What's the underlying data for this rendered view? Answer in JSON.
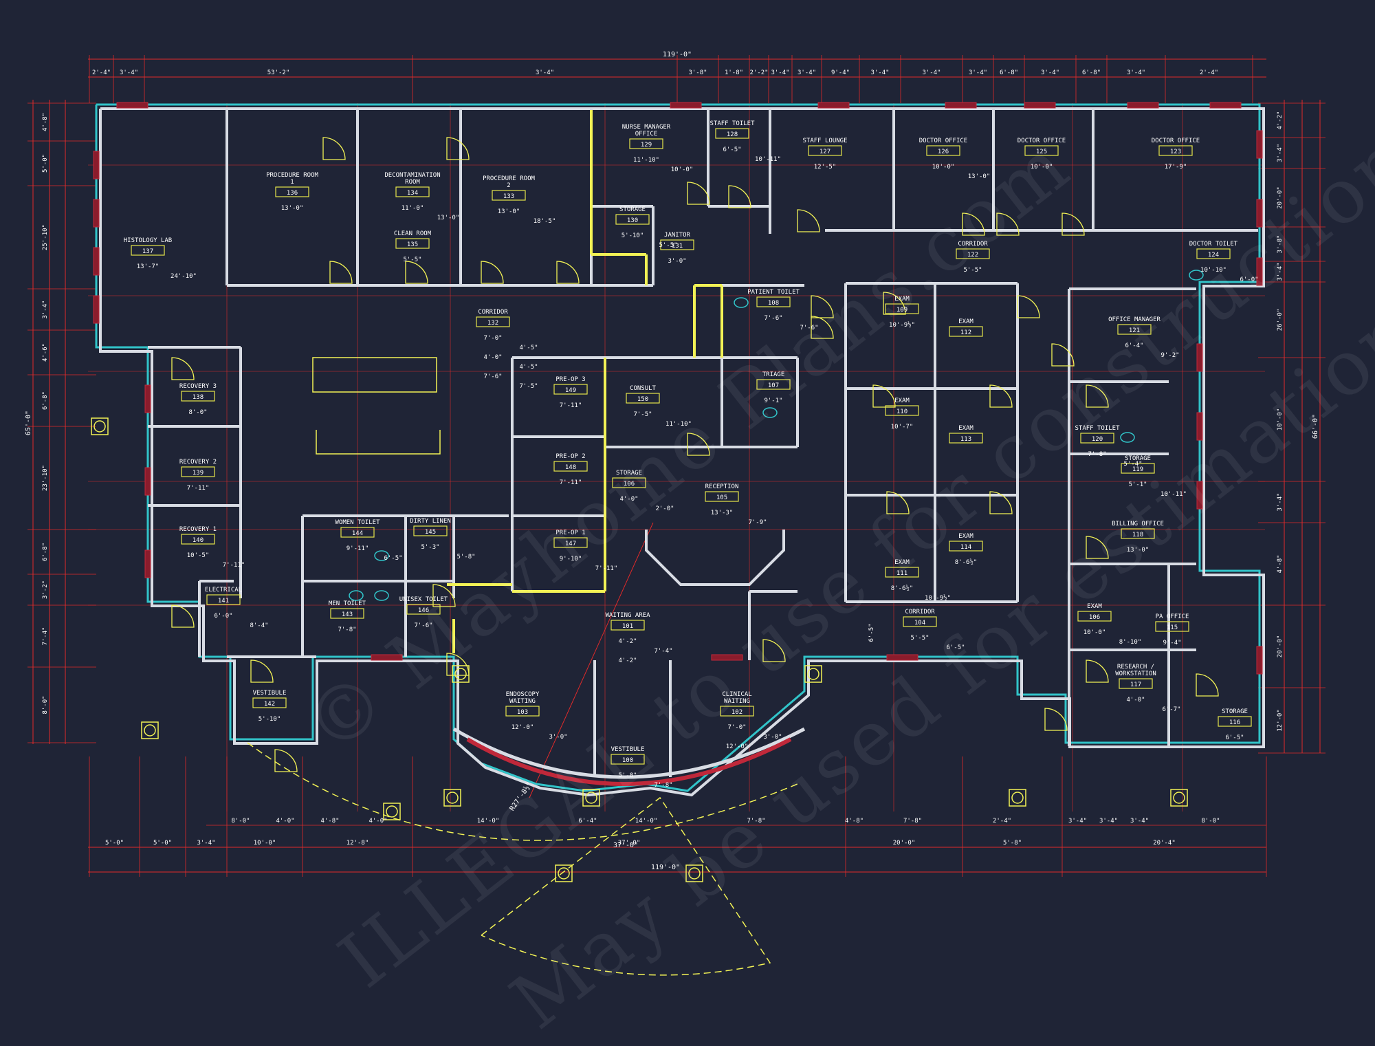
{
  "colors": {
    "background": "#1f2436",
    "wall": "#d8dce4",
    "dimension": "#e02a2a",
    "tag": "#e6e64a",
    "exterior_glaze": "#31c4c9",
    "fixture": "#f2f255",
    "text": "#ffffff"
  },
  "watermark": {
    "line1": "© Mayhome Plans.com",
    "line2": "ILLEGAL to use for construction",
    "line3": "May be used for estimation"
  },
  "overall_dims": {
    "top": "119'-0\"",
    "bottom": "119'-0\"",
    "left": "65'-0\"",
    "right": "66'-0\""
  },
  "top_chain": [
    "2'-4\"",
    "3'-4\"",
    "53'-2\"",
    "3'-4\"",
    "3'-8\"",
    "1'-8\"",
    "2'-2\"",
    "3'-4\"",
    "3'-4\"",
    "9'-4\"",
    "3'-4\"",
    "3'-4\"",
    "3'-4\"",
    "6'-8\"",
    "3'-4\"",
    "6'-8\"",
    "3'-4\"",
    "2'-4\""
  ],
  "bottom_chain": [
    "5'-0\"",
    "5'-0\"",
    "3'-4\"",
    "10'-0\"",
    "12'-8\"",
    "37'-0\"",
    "20'-0\"",
    "5'-8\"",
    "20'-4\""
  ],
  "bottom_chain_2": [
    "8'-0\"",
    "4'-0\"",
    "4'-8\"",
    "4'-0\"",
    "14'-0\"",
    "6'-4\"",
    "14'-0\"",
    "7'-8\"",
    "4'-8\"",
    "7'-8\"",
    "2'-4\"",
    "3'-4\"",
    "3'-4\"",
    "3'-4\"",
    "8'-0\""
  ],
  "left_chain": [
    "4'-8\"",
    "5'-0\"",
    "25'-10\"",
    "3'-4\"",
    "4'-6\"",
    "6'-8\"",
    "23'-10\"",
    "6'-8\"",
    "3'-2\"",
    "7'-4\"",
    "8'-0\""
  ],
  "right_chain": [
    "4'-2\"",
    "3'-4\"",
    "20'-0\"",
    "3'-8\"",
    "3'-4\"",
    "26'-0\"",
    "10'-0\"",
    "3'-4\"",
    "4'-8\"",
    "20'-0\"",
    "12'-0\""
  ],
  "rooms": [
    {
      "name": "HISTOLOGY LAB",
      "number": "137",
      "dims": [
        "13'-7\"",
        "24'-10\""
      ]
    },
    {
      "name": "PROCEDURE ROOM 1",
      "number": "136",
      "dims": [
        "13'-0\""
      ]
    },
    {
      "name": "DECONTAMINATION ROOM",
      "number": "134",
      "dims": [
        "11'-0\"",
        "13'-0\""
      ]
    },
    {
      "name": "CLEAN ROOM",
      "number": "135",
      "dims": [
        "5'-5\""
      ]
    },
    {
      "name": "PROCEDURE ROOM 2",
      "number": "133",
      "dims": [
        "13'-0\"",
        "18'-5\""
      ]
    },
    {
      "name": "NURSE MANAGER OFFICE",
      "number": "129",
      "dims": [
        "11'-10\"",
        "10'-0\""
      ]
    },
    {
      "name": "STAFF TOILET",
      "number": "128",
      "dims": [
        "6'-5\"",
        "10'-11\""
      ]
    },
    {
      "name": "STAFF LOUNGE",
      "number": "127",
      "dims": [
        "12'-5\""
      ]
    },
    {
      "name": "DOCTOR OFFICE",
      "number": "126",
      "dims": [
        "10'-0\"",
        "13'-0\""
      ]
    },
    {
      "name": "DOCTOR OFFICE",
      "number": "125",
      "dims": [
        "10'-0\""
      ]
    },
    {
      "name": "DOCTOR OFFICE",
      "number": "123",
      "dims": [
        "17'-9\""
      ]
    },
    {
      "name": "STORAGE",
      "number": "130",
      "dims": [
        "5'-10\"",
        "5'-5\""
      ]
    },
    {
      "name": "JANITOR",
      "number": "131",
      "dims": [
        "3'-0\""
      ]
    },
    {
      "name": "CORRIDOR",
      "number": "122",
      "dims": [
        "5'-5\""
      ]
    },
    {
      "name": "DOCTOR TOILET",
      "number": "124",
      "dims": [
        "10'-10\"",
        "6'-0\""
      ]
    },
    {
      "name": "CORRIDOR",
      "number": "132",
      "dims": [
        "7'-0\"",
        "4'-5\"",
        "4'-0\"",
        "4'-5\"",
        "7'-6\"",
        "7'-5\""
      ]
    },
    {
      "name": "PATIENT TOILET",
      "number": "108",
      "dims": [
        "7'-6\"",
        "7'-6\""
      ]
    },
    {
      "name": "TRIAGE",
      "number": "107",
      "dims": [
        "9'-1\""
      ]
    },
    {
      "name": "CONSULT",
      "number": "150",
      "dims": [
        "7'-5\"",
        "11'-10\""
      ]
    },
    {
      "name": "PRE-OP 3",
      "number": "149",
      "dims": [
        "7'-11\""
      ]
    },
    {
      "name": "PRE-OP 2",
      "number": "148",
      "dims": [
        "7'-11\""
      ]
    },
    {
      "name": "PRE-OP 1",
      "number": "147",
      "dims": [
        "9'-10\"",
        "7'-11\""
      ]
    },
    {
      "name": "RECOVERY 3",
      "number": "138",
      "dims": [
        "8'-0\""
      ]
    },
    {
      "name": "RECOVERY 2",
      "number": "139",
      "dims": [
        "7'-11\""
      ]
    },
    {
      "name": "RECOVERY 1",
      "number": "140",
      "dims": [
        "10'-5\"",
        "7'-11\""
      ]
    },
    {
      "name": "STORAGE",
      "number": "106",
      "dims": [
        "4'-0\"",
        "2'-0\""
      ]
    },
    {
      "name": "RECEPTION",
      "number": "105",
      "dims": [
        "13'-3\"",
        "7'-9\""
      ]
    },
    {
      "name": "EXAM",
      "number": "109",
      "dims": [
        "10'-9½\""
      ]
    },
    {
      "name": "EXAM",
      "number": "112",
      "dims": []
    },
    {
      "name": "EXAM",
      "number": "110",
      "dims": [
        "10'-7\""
      ]
    },
    {
      "name": "EXAM",
      "number": "113",
      "dims": []
    },
    {
      "name": "EXAM",
      "number": "111",
      "dims": [
        "8'-6½\"",
        "10'-9½\""
      ]
    },
    {
      "name": "EXAM",
      "number": "114",
      "dims": [
        "8'-6½\""
      ]
    },
    {
      "name": "OFFICE MANAGER",
      "number": "121",
      "dims": [
        "6'-4\"",
        "9'-2\""
      ]
    },
    {
      "name": "STAFF TOILET",
      "number": "120",
      "dims": [
        "7'-8\"",
        "5'-4\""
      ]
    },
    {
      "name": "STORAGE",
      "number": "119",
      "dims": [
        "5'-1\"",
        "10'-11\""
      ]
    },
    {
      "name": "BILLING OFFICE",
      "number": "118",
      "dims": [
        "13'-0\""
      ]
    },
    {
      "name": "EXAM",
      "number": "106",
      "dims": [
        "10'-0\"",
        "8'-10\""
      ]
    },
    {
      "name": "PA OFFICE",
      "number": "115",
      "dims": [
        "9'-4\""
      ]
    },
    {
      "name": "RESEARCH / WORKSTATION",
      "number": "117",
      "dims": [
        "4'-0\"",
        "6'-7\""
      ]
    },
    {
      "name": "STORAGE",
      "number": "116",
      "dims": [
        "6'-5\""
      ]
    },
    {
      "name": "WOMEN TOILET",
      "number": "144",
      "dims": [
        "9'-11\"",
        "6'-5\""
      ]
    },
    {
      "name": "DIRTY LINEN",
      "number": "145",
      "dims": [
        "5'-3\"",
        "5'-8\""
      ]
    },
    {
      "name": "MEN TOILET",
      "number": "143",
      "dims": [
        "7'-8\""
      ]
    },
    {
      "name": "UNISEX TOILET",
      "number": "146",
      "dims": [
        "7'-6\""
      ]
    },
    {
      "name": "ELECTRICAL",
      "number": "141",
      "dims": [
        "6'-0\"",
        "8'-4\""
      ]
    },
    {
      "name": "VESTIBULE",
      "number": "142",
      "dims": [
        "5'-10\""
      ]
    },
    {
      "name": "WAITING AREA",
      "number": "101",
      "dims": [
        "4'-2\"",
        "7'-4\"",
        "4'-2\""
      ]
    },
    {
      "name": "ENDOSCOPY WAITING",
      "number": "103",
      "dims": [
        "12'-0\"",
        "3'-0\""
      ]
    },
    {
      "name": "CLINICAL WAITING",
      "number": "102",
      "dims": [
        "7'-0\"",
        "3'-0\"",
        "12'-0\""
      ]
    },
    {
      "name": "VESTIBULE",
      "number": "100",
      "dims": [
        "5'-8\"",
        "7'-8\""
      ]
    },
    {
      "name": "CORRIDOR",
      "number": "104",
      "dims": [
        "5'-5\"",
        "6'-5\""
      ]
    }
  ],
  "misc_labels": {
    "corridor_center": "6'-5\"",
    "radius": "R27'-8½\"",
    "main_width": "37'-0\""
  }
}
